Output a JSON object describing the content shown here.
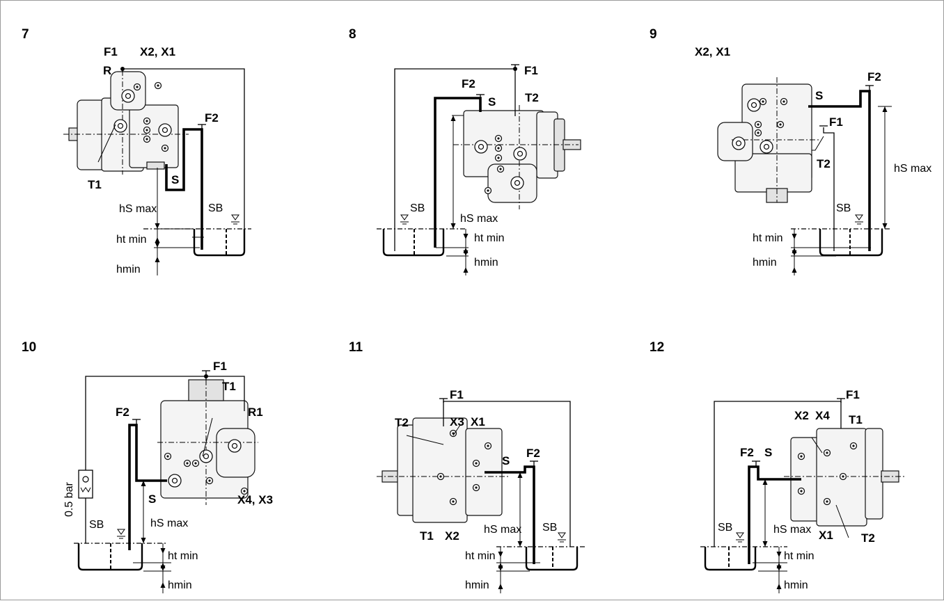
{
  "figures": [
    {
      "number": "7",
      "labels": {
        "F1": "F1",
        "F2": "F2",
        "X2X1": "X2, X1",
        "R": "R",
        "T1": "T1",
        "S": "S",
        "SB": "SB",
        "hS": "hS max",
        "ht": "ht min",
        "hmin": "hmin"
      }
    },
    {
      "number": "8",
      "labels": {
        "F1": "F1",
        "F2": "F2",
        "S": "S",
        "T2": "T2",
        "SB": "SB",
        "hS": "hS max",
        "ht": "ht min",
        "hmin": "hmin"
      }
    },
    {
      "number": "9",
      "labels": {
        "X2X1": "X2, X1",
        "F2": "F2",
        "S": "S",
        "F1": "F1",
        "T2": "T2",
        "SB": "SB",
        "hS": "hS max",
        "ht": "ht min",
        "hmin": "hmin"
      }
    },
    {
      "number": "10",
      "labels": {
        "F1": "F1",
        "T1": "T1",
        "R1": "R1",
        "F2": "F2",
        "S": "S",
        "X4X3": "X4, X3",
        "valve": "0.5 bar",
        "SB": "SB",
        "hS": "hS max",
        "ht": "ht min",
        "hmin": "hmin"
      }
    },
    {
      "number": "11",
      "labels": {
        "F1": "F1",
        "T2": "T2",
        "X3": "X3",
        "X1": "X1",
        "S": "S",
        "F2": "F2",
        "T1": "T1",
        "X2": "X2",
        "SB": "SB",
        "hS": "hS max",
        "ht": "ht min",
        "hmin": "hmin"
      }
    },
    {
      "number": "12",
      "labels": {
        "F1": "F1",
        "X2": "X2",
        "X4": "X4",
        "T1": "T1",
        "F2": "F2",
        "S": "S",
        "X1": "X1",
        "T2": "T2",
        "SB": "SB",
        "hS": "hS max",
        "ht": "ht min",
        "hmin": "hmin"
      }
    }
  ],
  "colors": {
    "line": "#000000",
    "frame": "#9a9a9a",
    "body": "#f4f4f4"
  }
}
